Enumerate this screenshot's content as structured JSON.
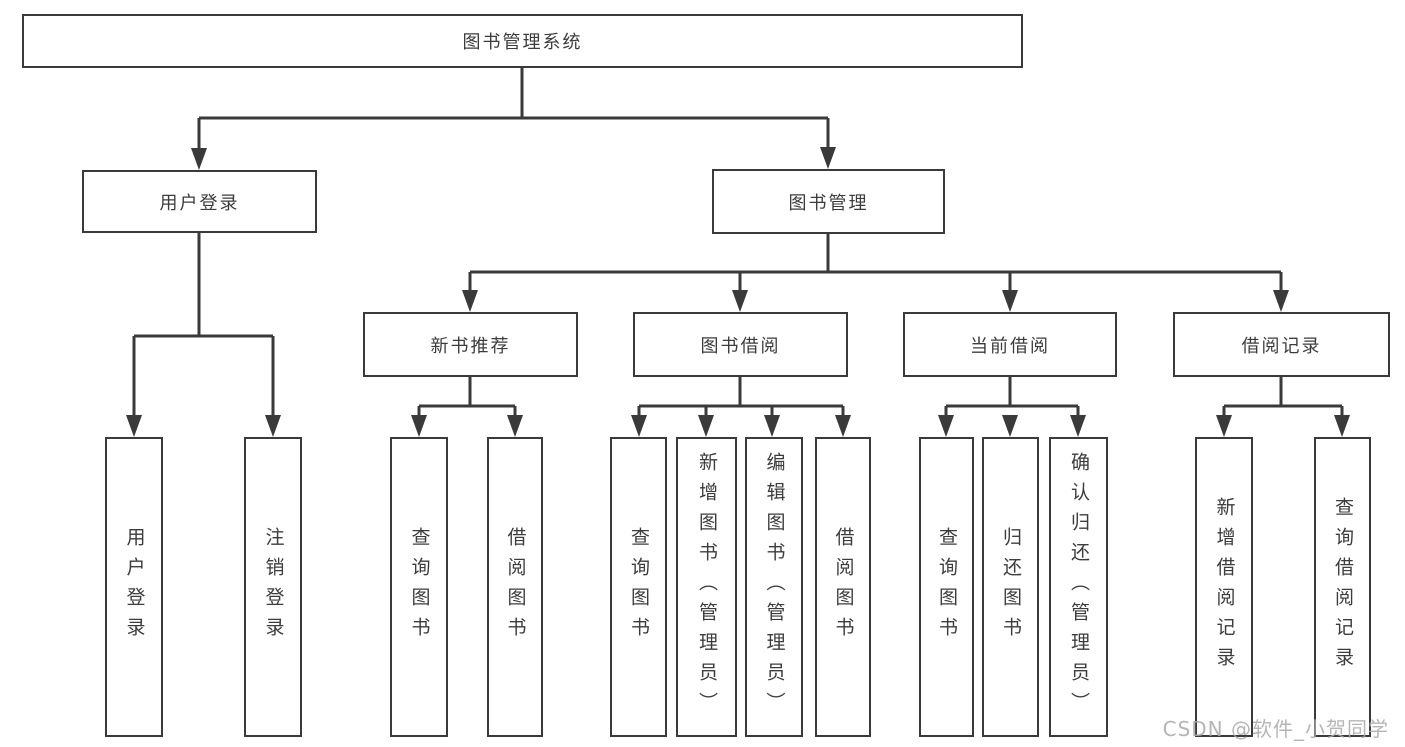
{
  "diagram": {
    "root": "图书管理系统",
    "user_login": "用户登录",
    "book_management": "图书管理",
    "new_book_recommend": "新书推荐",
    "book_borrow": "图书借阅",
    "current_borrow": "当前借阅",
    "borrow_records": "借阅记录",
    "leaves": {
      "login": "用户登录",
      "logout": "注销登录",
      "rec_query_books": "查询图书",
      "rec_borrow_books": "借阅图书",
      "bb_query_books": "查询图书",
      "bb_add_books": "新增图书（管理员）",
      "bb_edit_books": "编辑图书（管理员）",
      "bb_borrow_books": "借阅图书",
      "cb_query_books": "查询图书",
      "cb_return_books": "归还图书",
      "cb_confirm_return": "确认归还（管理员）",
      "br_add_record": "新增借阅记录",
      "br_query_record": "查询借阅记录"
    }
  },
  "watermark": "CSDN @软件_小贺同学",
  "colors": {
    "line": "#3a3a3a",
    "text": "#3c3c3c",
    "box_background": "#ffffff",
    "watermark": "#a9a9a9"
  }
}
